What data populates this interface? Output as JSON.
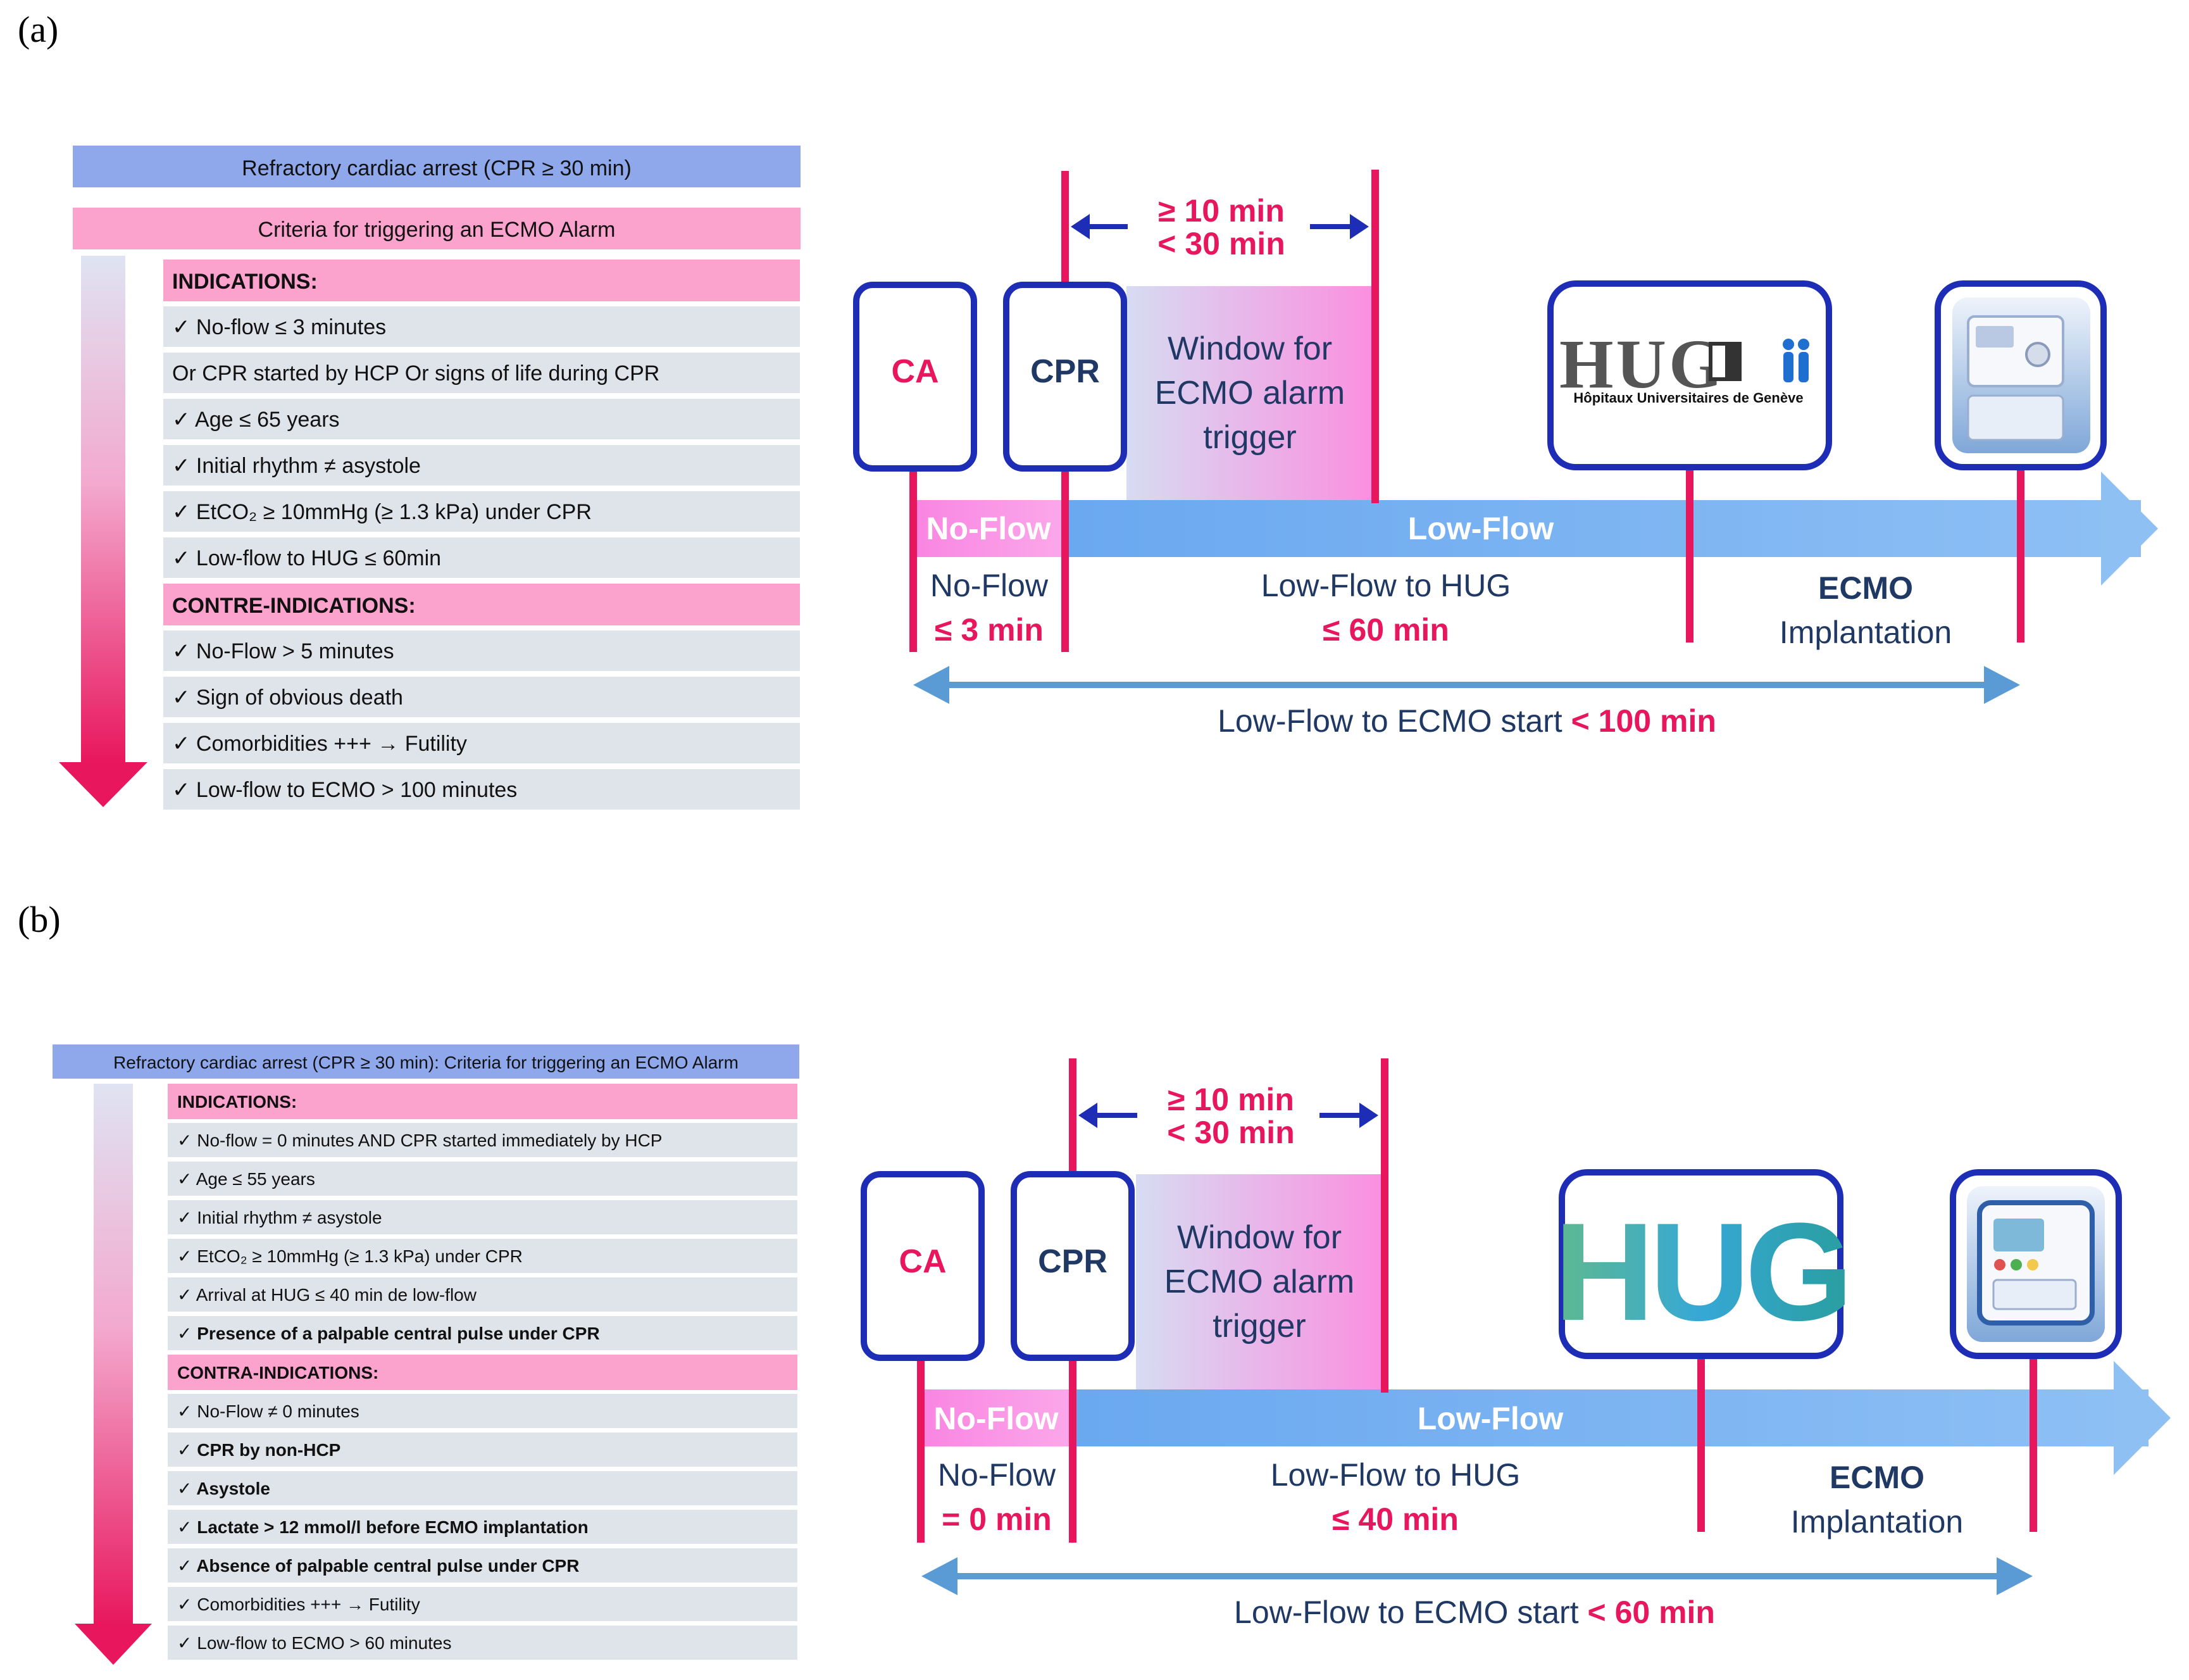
{
  "colors": {
    "header_blue": "#8fa8ec",
    "header_pink": "#fba3cd",
    "row_gray": "#dfe3ea",
    "accent_red": "#e8175d",
    "box_blue": "#1e2db5",
    "arrow_blue": "#74aef0",
    "text_navy": "#1f3864",
    "bracket_blue": "#5b9bd5"
  },
  "panels": [
    {
      "label": "(a)",
      "criteria": {
        "top_header": "Refractory cardiac arrest (CPR ≥ 30 min)",
        "second_header": "Criteria for triggering an ECMO Alarm",
        "indications_title": "INDICATIONS:",
        "indications": [
          "✓ No-flow ≤ 3 minutes",
          "Or CPR started by HCP Or signs of life during CPR",
          "✓ Age ≤ 65 years",
          "✓ Initial rhythm ≠ asystole",
          "✓ EtCO₂ ≥ 10mmHg (≥ 1.3 kPa) under CPR",
          "✓ Low-flow to HUG ≤ 60min"
        ],
        "contra_title": "CONTRE-INDICATIONS:",
        "contra": [
          "✓ No-Flow > 5 minutes",
          "✓ Sign of obvious death",
          "✓ Comorbidities +++ → Futility",
          "✓  Low-flow to ECMO > 100 minutes"
        ]
      },
      "timeline": {
        "window_min": "≥ 10 min",
        "window_max": "< 30 min",
        "box_ca": "CA",
        "box_cpr": "CPR",
        "window_line1": "Window for",
        "window_line2": "ECMO alarm",
        "window_line3": "trigger",
        "logo_text": "HUG",
        "logo_caption": "Hôpitaux Universitaires de Genève",
        "no_flow_band": "No-Flow",
        "low_flow_band": "Low-Flow",
        "no_flow_label": "No-Flow",
        "no_flow_value": "≤ 3 min",
        "low_flow_hug_label": "Low-Flow to HUG",
        "low_flow_hug_value": "≤ 60 min",
        "ecmo_label": "ECMO",
        "implantation_label": "Implantation",
        "total_label": "Low-Flow to ECMO start",
        "total_value": "< 100 min"
      }
    },
    {
      "label": "(b)",
      "criteria": {
        "top_header": "Refractory cardiac arrest (CPR ≥ 30 min): Criteria for triggering an ECMO Alarm",
        "indications_title": "INDICATIONS:",
        "indications": [
          "✓ No-flow = 0 minutes AND CPR started immediately by HCP",
          "✓ Age ≤ 55 years",
          "✓ Initial rhythm ≠ asystole",
          "✓ EtCO₂ ≥ 10mmHg (≥ 1.3 kPa) under CPR",
          "✓ Arrival at HUG ≤ 40 min de low-flow",
          "✓ Presence of a palpable central pulse under CPR"
        ],
        "contra_title": "CONTRA-INDICATIONS:",
        "contra": [
          "✓ No-Flow ≠ 0 minutes",
          "✓ CPR by non-HCP",
          "✓ Asystole",
          "✓ Lactate > 12 mmol/l before ECMO implantation",
          "✓ Absence of palpable central pulse under CPR",
          "✓ Comorbidities +++ → Futility",
          "✓  Low-flow to ECMO > 60 minutes"
        ]
      },
      "timeline": {
        "window_min": "≥ 10 min",
        "window_max": "< 30 min",
        "box_ca": "CA",
        "box_cpr": "CPR",
        "window_line1": "Window for",
        "window_line2": "ECMO alarm",
        "window_line3": "trigger",
        "logo_text": "HUG",
        "no_flow_band": "No-Flow",
        "low_flow_band": "Low-Flow",
        "no_flow_label": "No-Flow",
        "no_flow_value": "= 0 min",
        "low_flow_hug_label": "Low-Flow to HUG",
        "low_flow_hug_value": "≤ 40 min",
        "ecmo_label": "ECMO",
        "implantation_label": "Implantation",
        "total_label": "Low-Flow to ECMO start",
        "total_value": "< 60 min"
      }
    }
  ]
}
